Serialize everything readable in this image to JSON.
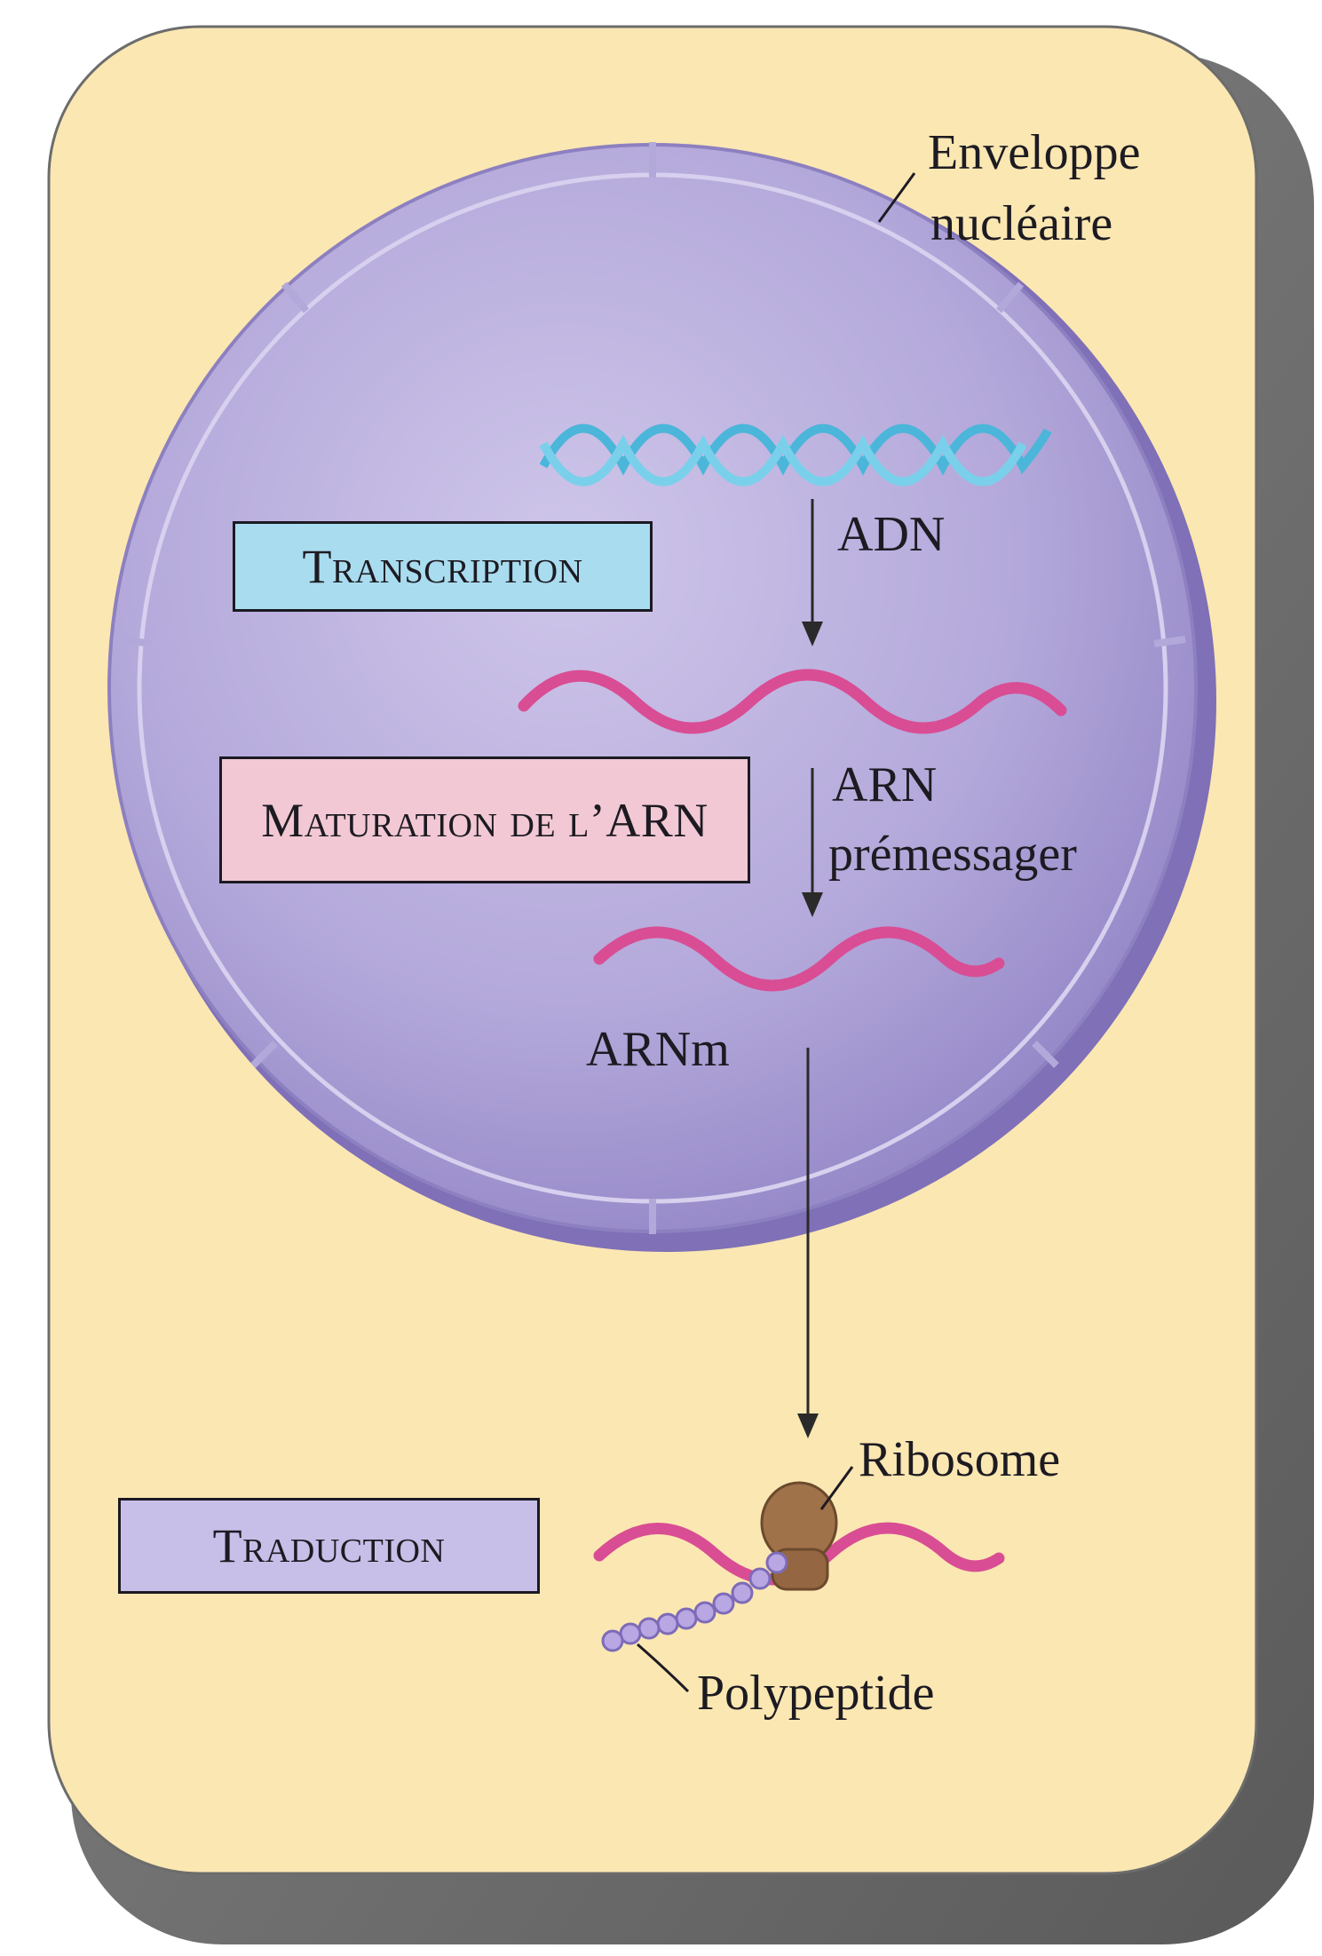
{
  "labels": {
    "envelope_line1": "Enveloppe",
    "envelope_line2": "nucléaire",
    "adn": "ADN",
    "arn": "ARN",
    "arn_pre": "prémessager",
    "arnm": "ARNm",
    "ribosome": "Ribosome",
    "polypeptide": "Polypeptide"
  },
  "steps": {
    "transcription": "Transcription",
    "maturation": "Maturation de l’ARN",
    "traduction": "Traduction"
  },
  "colors": {
    "cytoplasm": "#fbe7b2",
    "nucleus": "#a79bd1",
    "dna": "#4bb6d9",
    "rna": "#d94d94",
    "ribosome": "#a0724a",
    "polypeptide": "#b8a7e2",
    "transcription_box": "#a9dcef",
    "maturation_box": "#f2c8d4",
    "traduction_box": "#c7bfe8"
  },
  "icons": {
    "arrow": "arrow-down-icon",
    "ribosome": "ribosome-icon"
  }
}
